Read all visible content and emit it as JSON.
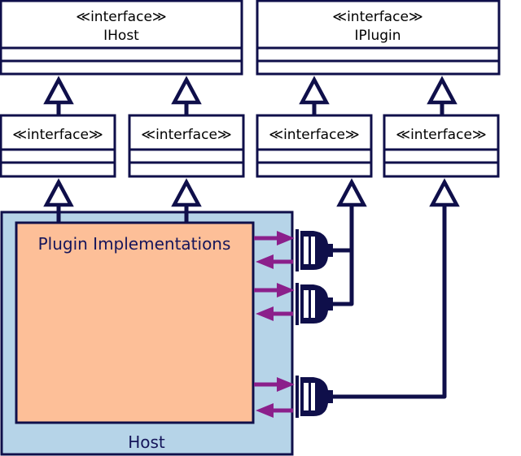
{
  "colors": {
    "navy": "#0f0f4a",
    "text_navy": "#15155a",
    "host_fill": "#b6d4e8",
    "impl_fill": "#fdbf98",
    "arrow_purple": "#8b1f8b",
    "white": "#ffffff"
  },
  "top_interfaces": [
    {
      "stereotype": "≪interface≫",
      "name": "IHost"
    },
    {
      "stereotype": "≪interface≫",
      "name": "IPlugin"
    }
  ],
  "mid_interfaces": [
    {
      "stereotype": "≪interface≫"
    },
    {
      "stereotype": "≪interface≫"
    },
    {
      "stereotype": "≪interface≫"
    },
    {
      "stereotype": "≪interface≫"
    }
  ],
  "plugin_implementations_label": "Plugin Implementations",
  "host_label": "Host",
  "icons": [
    "plug-connector-icon",
    "plug-connector-icon",
    "plug-connector-icon"
  ]
}
